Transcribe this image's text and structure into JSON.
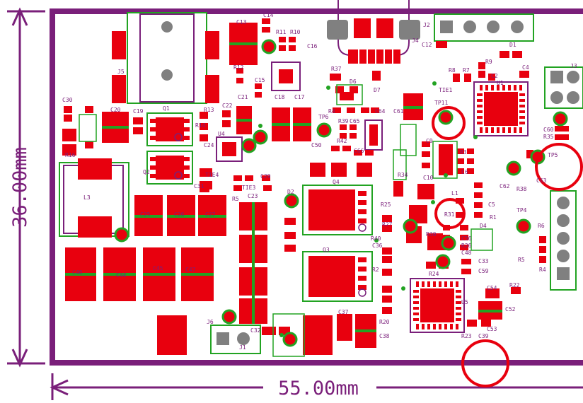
{
  "dimensions": {
    "width_label": "55.00mm",
    "height_label": "36.00mm"
  },
  "colors": {
    "outline": "#7a1f7a",
    "copper": "#e8000e",
    "silk": "#22a322",
    "connector_pad": "#808080",
    "marker": "#e8000e"
  },
  "labels": {
    "J5": "J5",
    "C13": "C13",
    "C14": "C14",
    "R11": "R11",
    "R10": "R10",
    "C16": "C16",
    "J2": "J2",
    "J4": "J4",
    "C12": "C12",
    "D1": "D1",
    "J3": "J3",
    "R12": "R12",
    "R37": "R37",
    "D6": "D6",
    "D7": "D7",
    "R9": "R9",
    "R8": "R8",
    "R7": "R7",
    "C4": "C4",
    "C2": "C2",
    "C30": "C30",
    "C20": "C20",
    "C19": "C19",
    "Q1": "Q1",
    "R13": "R13",
    "C22": "C22",
    "C21": "C21",
    "C15": "C15",
    "C18": "C18",
    "C17": "C17",
    "TIE1": "TIE1",
    "U1": "U1",
    "TP11": "TP11",
    "R14": "R14",
    "TP6": "TP6",
    "R4": "R4",
    "C64": "C64",
    "C61": "C61",
    "C60": "C60",
    "R35": "R35",
    "R16": "R16",
    "U4": "U4",
    "C24": "C24",
    "R39": "R39",
    "C65": "C65",
    "R42": "R42",
    "C50": "C50",
    "C66": "C66",
    "C9": "C9",
    "R3": "R3",
    "TP5": "TP5",
    "Q2": "Q2",
    "TIE4": "TIE4",
    "C29": "C29",
    "R34": "R34",
    "C10": "C10",
    "C6": "C6",
    "C62": "C62",
    "R38": "R38",
    "C63": "C63",
    "L3": "L3",
    "TIE3": "TIE3",
    "C31": "C31",
    "R5": "R5",
    "Q4": "Q4",
    "L1": "L1",
    "C5": "C5",
    "C25": "C25",
    "C26": "C26",
    "C27": "C27",
    "D2": "D2",
    "C23": "C23",
    "R25": "R25",
    "R27": "R27",
    "R31": "R31",
    "R1": "R1",
    "TP4": "TP4",
    "R6": "R6",
    "D4": "D4",
    "C56": "C56",
    "R26": "R26",
    "C48": "C48",
    "R30": "R30",
    "C36": "C36",
    "R40": "R40",
    "Q3": "Q3",
    "C46": "C46",
    "C44": "C44",
    "C45": "C45",
    "C47": "C47",
    "C33": "C33",
    "C59": "C59",
    "R24": "R24",
    "R2": "R2",
    "C54": "C54",
    "R22": "R22",
    "C52": "C52",
    "U5": "U5",
    "J6": "J6",
    "J1": "J1",
    "C37": "C37",
    "C32": "C32",
    "R20": "R20",
    "C38": "C38",
    "C53": "C53",
    "R23": "R23",
    "C39": "C39",
    "R36": "R36"
  }
}
